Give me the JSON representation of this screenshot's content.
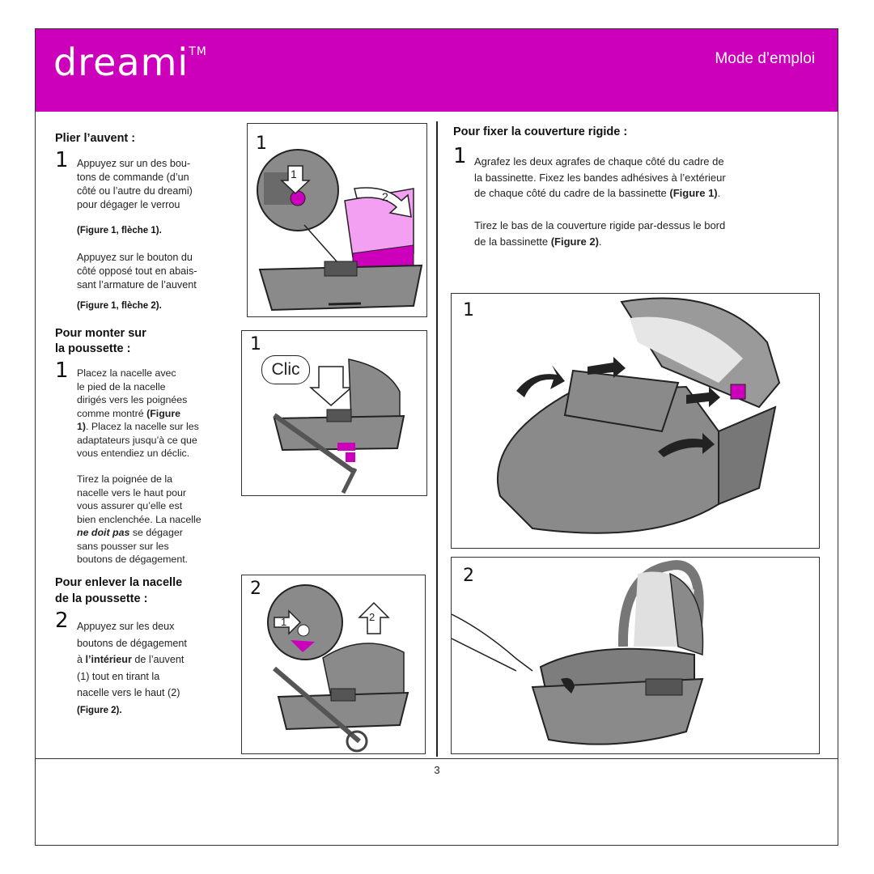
{
  "header": {
    "logo": "dreami",
    "logo_tm": "TM",
    "title": "Mode d’emploi"
  },
  "left": {
    "s1": {
      "heading": "Plier l’auvent :",
      "num": "1",
      "p1": [
        "Appuyez sur un des bou-",
        "tons de commande (d’un",
        "côté ou l’autre du dreami)",
        "pour dégager le verrou"
      ],
      "p1_ref": "(Figure 1, flèche 1).",
      "p2": [
        "Appuyez sur le bouton du",
        "côté opposé tout en abais-",
        "sant l’armature de l’auvent"
      ],
      "p2_ref": "(Figure 1, flèche 2)."
    },
    "s2": {
      "heading1": "Pour monter sur",
      "heading2": "la poussette :",
      "num": "1",
      "p1_l1": "Placez la nacelle avec",
      "p1_l2": "le pied de la nacelle",
      "p1_l3": "dirigés vers les poignées",
      "p1_l4a": "comme montré ",
      "p1_l4b": "(Figure",
      "p1_l5a": "1)",
      "p1_l5b": ". Placez la nacelle sur les",
      "p1_l6": "adaptateurs jusqu’à ce que",
      "p1_l7": "vous entendiez un déclic.",
      "p2": [
        "Tirez la poignée de la",
        "nacelle vers le haut pour",
        "vous assurer qu’elle est",
        "bien enclenchée. La nacelle"
      ],
      "p2_em": "ne doit pas",
      "p2_after": " se dégager",
      "p2_end": [
        "sans pousser sur les",
        "boutons de dégagement."
      ]
    },
    "s3": {
      "heading1": "Pour enlever la nacelle",
      "heading2": "de la poussette :",
      "num": "2",
      "p_l1": "Appuyez sur les deux",
      "p_l2": "boutons de dégagement",
      "p_l3a": "à ",
      "p_l3b": "l’intérieur",
      "p_l3c": " de l’auvent",
      "p_l4": "(1) tout en tirant la",
      "p_l5": "nacelle vers le haut (2)",
      "p_ref": "(Figure 2)."
    },
    "fig1": {
      "num": "1",
      "arrow1": "1",
      "arrow2": "2"
    },
    "fig2": {
      "num": "1",
      "clic": "Clic"
    },
    "fig3": {
      "num": "2",
      "arrow1": "1",
      "arrow2": "2"
    }
  },
  "right": {
    "heading": "Pour fixer la couverture rigide :",
    "num": "1",
    "p1_l1": "Agrafez les deux agrafes de chaque côté du cadre de",
    "p1_l2": "la bassinette. Fixez les bandes adhésives à l’extérieur",
    "p1_l3a": "de chaque côté du cadre de la bassinette ",
    "p1_l3b": "(Figure 1)",
    "p1_l3c": ".",
    "p2_l1": "Tirez le bas de la couverture rigide par-dessus le bord",
    "p2_l2a": "de la bassinette ",
    "p2_l2b": "(Figure 2)",
    "p2_l2c": ".",
    "fig1_num": "1",
    "fig2_num": "2"
  },
  "page_number": "3",
  "colors": {
    "accent": "#cc00bb",
    "product_grey": "#7a7a7a"
  }
}
